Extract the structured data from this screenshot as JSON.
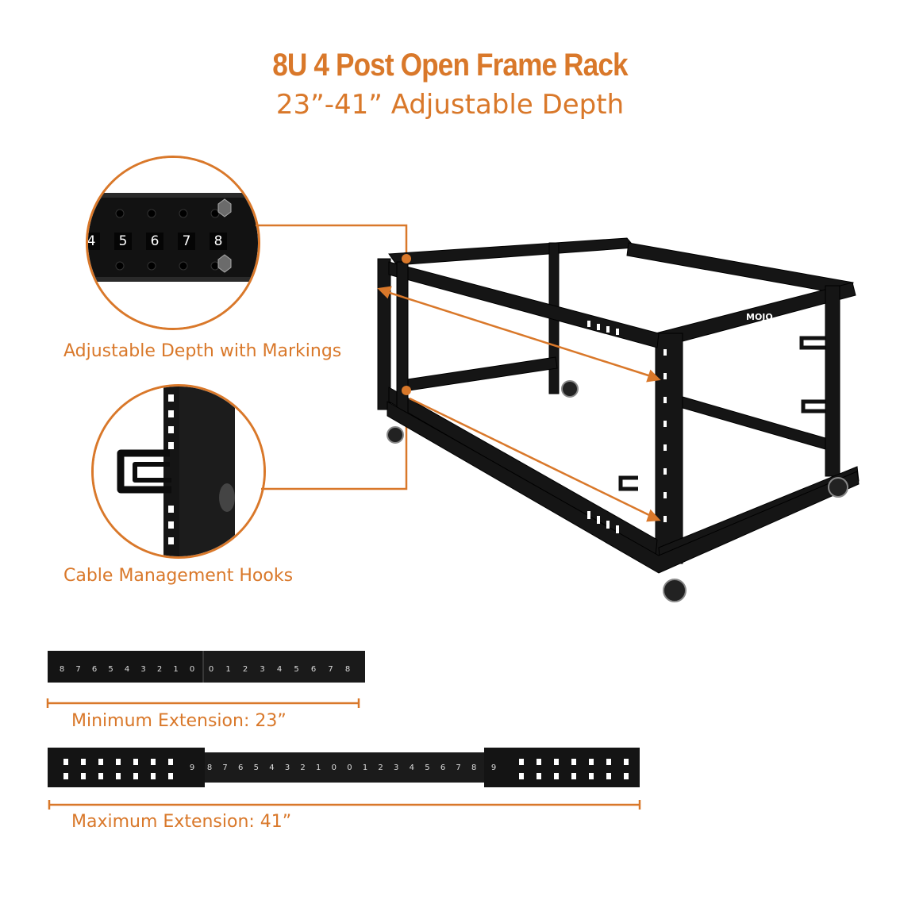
{
  "title": "8U 4 Post Open Frame Rack",
  "subtitle": "23”-41” Adjustable Depth",
  "captions": {
    "depth": "Adjustable Depth with Markings",
    "hooks": "Cable Management Hooks",
    "min_extension": "Minimum Extension: 23”",
    "max_extension": "Maximum Extension: 41”"
  },
  "zoom_markings": [
    "4",
    "5",
    "6",
    "7",
    "8"
  ],
  "rail_min_left": [
    "8",
    "7",
    "6",
    "5",
    "4",
    "3",
    "2",
    "1",
    "0"
  ],
  "rail_min_right": [
    "0",
    "1",
    "2",
    "3",
    "4",
    "5",
    "6",
    "7",
    "8"
  ],
  "rail_max_mid": [
    "8",
    "7",
    "6",
    "5",
    "4",
    "3",
    "2",
    "1",
    "0",
    "0",
    "1",
    "2",
    "3",
    "4",
    "5",
    "6",
    "7",
    "8"
  ],
  "rail_max_end_marks": [
    "9",
    "9"
  ],
  "brand": "MOJO",
  "colors": {
    "accent": "#d9782a",
    "metal": "#111111"
  }
}
